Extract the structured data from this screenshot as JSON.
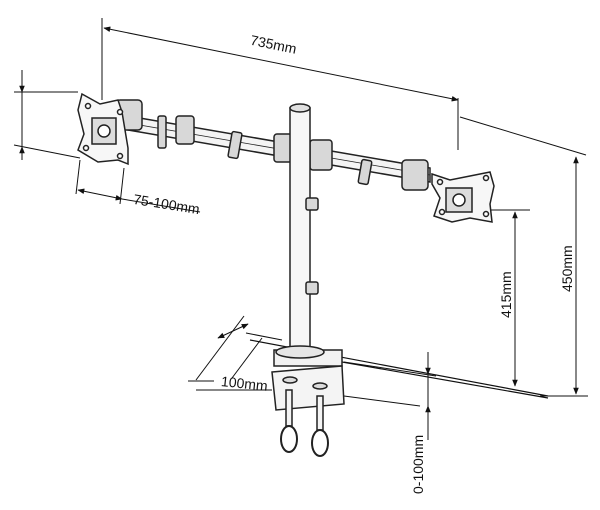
{
  "dimensions": {
    "width_label": "735mm",
    "vesa_label": "75-100mm",
    "arm_height_label": "415mm",
    "total_height_label": "450mm",
    "clamp_depth_label": "100mm",
    "desk_thickness_label": "0-100mm"
  }
}
